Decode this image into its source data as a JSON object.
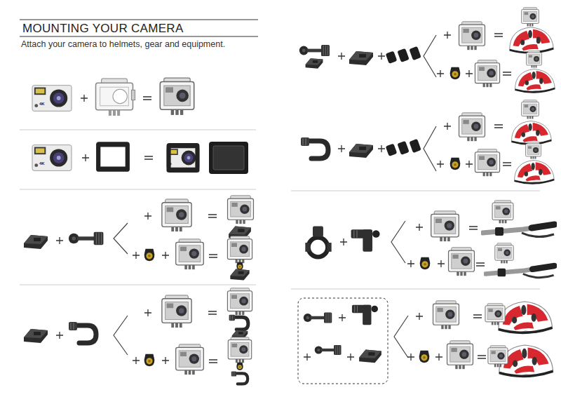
{
  "diagram": {
    "title": "MOUNTING YOUR CAMERA",
    "labels": [
      "Attach your camera to helmets, gear and equipment.",
      "4K",
      "4K"
    ]
  }
}
